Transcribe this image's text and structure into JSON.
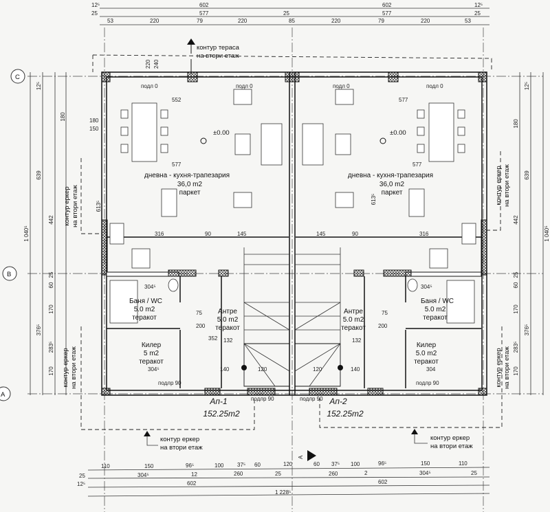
{
  "plan": {
    "grid_axes": [
      "C",
      "B",
      "A"
    ],
    "apartments": [
      {
        "name": "Ап-1",
        "area": "152.25m2"
      },
      {
        "name": "Ап-2",
        "area": "152.25m2"
      }
    ],
    "rooms": {
      "living_left": {
        "name": "дневна - кухня-трапезария",
        "area": "36,0 m2",
        "floor": "паркет"
      },
      "living_right": {
        "name": "дневна - кухня-трапезария",
        "area": "36,0 m2",
        "floor": "паркет"
      },
      "bath_left": {
        "name": "Баня / WC",
        "area": "5.0 m2",
        "floor": "теракот"
      },
      "bath_right": {
        "name": "Баня / WC",
        "area": "5.0 m2",
        "floor": "теракот"
      },
      "antre_left": {
        "name": "Антре",
        "area": "5.0 m2",
        "floor": "теракот"
      },
      "antre_right": {
        "name": "Антре",
        "area": "5.0 m2",
        "floor": "теракот"
      },
      "kiler_left": {
        "name": "Килер",
        "area": "5 m2",
        "floor": "теракот"
      },
      "kiler_right": {
        "name": "Килер",
        "area": "5.0 m2",
        "floor": "теракот"
      }
    },
    "notes": {
      "terrace_1": "контур тераса",
      "terrace_2": "на втори етаж",
      "erker_1": "контур еркер",
      "erker_2": "на втори етаж",
      "level": "±0.00",
      "sill0": "подл 0",
      "sill90": "подлр 90",
      "section": "A"
    },
    "dims_top": {
      "r1": [
        "12⁵",
        "602",
        "602",
        "12⁵"
      ],
      "r2": [
        "25",
        "577",
        "25",
        "577",
        "25"
      ],
      "r3": [
        "53",
        "220",
        "79",
        "220",
        "85",
        "220",
        "79",
        "220",
        "53"
      ]
    },
    "dims_bottom": {
      "r1": [
        "110",
        "150",
        "96⁵",
        "100",
        "37⁵",
        "60",
        "120",
        "60",
        "37⁵",
        "100",
        "96⁵",
        "150",
        "110"
      ],
      "r2": [
        "25",
        "304⁵",
        "12",
        "260",
        "25",
        "260",
        "2",
        "304⁵",
        "25"
      ],
      "r3": [
        "12⁵",
        "602",
        "602"
      ],
      "r4": [
        "1 228⁵"
      ]
    },
    "dims_left": [
      "1 040⁵",
      "639",
      "442",
      "376⁵",
      "283⁵",
      "613⁵",
      "180",
      "170",
      "60",
      "170",
      "25",
      "12⁵"
    ],
    "dims_right": [
      "1 040⁵",
      "639",
      "442",
      "376⁵",
      "283⁵",
      "613⁵",
      "180",
      "170",
      "60",
      "170",
      "25",
      "12⁵"
    ],
    "dims_inner": [
      "552",
      "577",
      "577",
      "577",
      "316",
      "316",
      "145",
      "145",
      "90",
      "90",
      "304⁵",
      "304⁵",
      "304⁵",
      "304",
      "132",
      "132",
      "120",
      "120",
      "140",
      "140",
      "200",
      "200",
      "75",
      "75",
      "352",
      "180",
      "150",
      "220",
      "240"
    ]
  }
}
